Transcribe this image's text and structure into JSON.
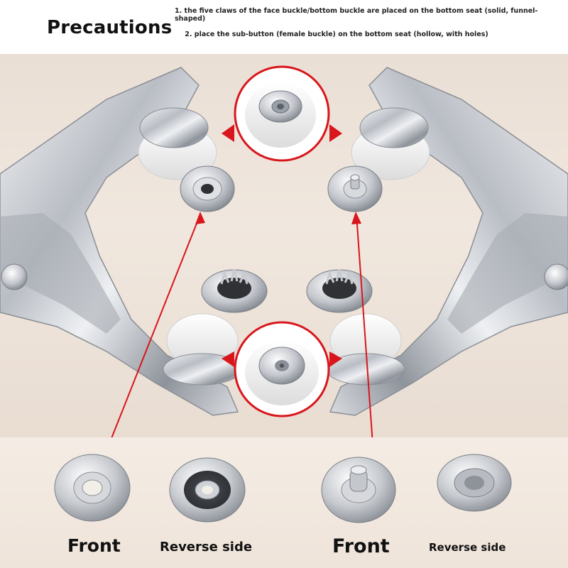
{
  "header": {
    "title": "Precautions",
    "note_1": "1. the five claws of the face buckle/bottom buckle are placed on the bottom seat (solid, funnel-shaped)",
    "note_2": "2. place the sub-button (female buckle) on the bottom seat (hollow, with holes)"
  },
  "labels": {
    "front_1": "Front",
    "reverse_1": "Reverse side",
    "front_2": "Front",
    "reverse_2": "Reverse side"
  },
  "colors": {
    "arrow": "#d8161c",
    "background": "#ece2d8",
    "metal": "#c9ccd1"
  },
  "icons": {
    "pliers": "snap-pliers-illustration",
    "top_seat_zoom": "hollow-seat-zoom",
    "bottom_seat_zoom": "funnel-seat-zoom"
  }
}
